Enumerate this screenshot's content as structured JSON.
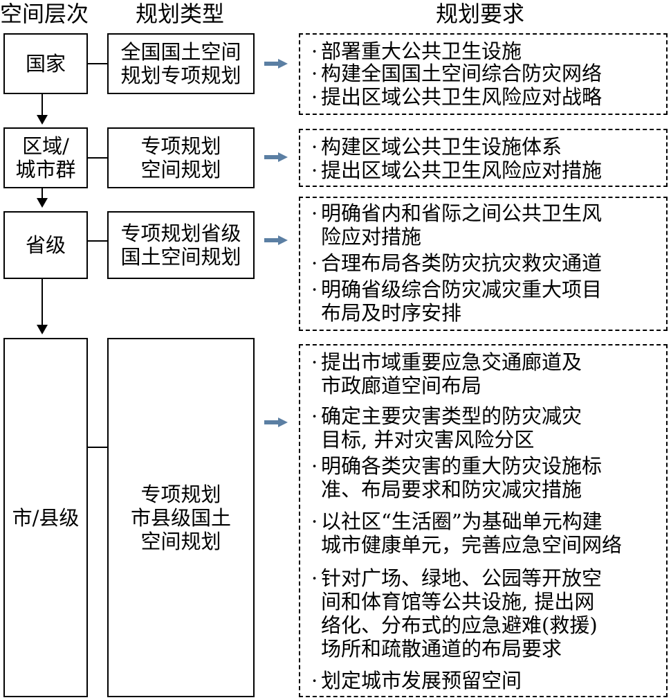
{
  "headers": {
    "level": "空间层次",
    "type": "规划类型",
    "requirement": "规划要求"
  },
  "rows": [
    {
      "level": [
        "国家"
      ],
      "type": [
        "全国国土空间",
        "规划专项规划"
      ],
      "requirements": [
        [
          "部署重大公共卫生设施"
        ],
        [
          "构建全国国土空间综合防灾网络"
        ],
        [
          "提出区域公共卫生风险应对战略"
        ]
      ]
    },
    {
      "level": [
        "区域/",
        "城市群"
      ],
      "type": [
        "专项规划",
        "空间规划"
      ],
      "requirements": [
        [
          "构建区域公共卫生设施体系"
        ],
        [
          "提出区域公共卫生风险应对措施"
        ]
      ]
    },
    {
      "level": [
        "省级"
      ],
      "type": [
        "专项规划省级",
        "国土空间规划"
      ],
      "requirements": [
        [
          "明确省内和省际之间公共卫生风",
          "险应对措施"
        ],
        [
          "合理布局各类防灾抗灾救灾通道"
        ],
        [
          "明确省级综合防灾减灾重大项目",
          "布局及时序安排"
        ]
      ]
    },
    {
      "level": [
        "市/县级"
      ],
      "type": [
        "专项规划",
        "市县级国土",
        "空间规划"
      ],
      "requirements": [
        [
          "提出市域重要应急交通廊道及",
          "市政廊道空间布局"
        ],
        [
          "确定主要灾害类型的防灾减灾",
          "目标, 并对灾害风险分区"
        ],
        [
          "明确各类灾害的重大防灾设施标",
          "准、布局要求和防灾减灾措施"
        ],
        [
          "以社区“生活圈”为基础单元构建",
          "城市健康单元，完善应急空间网络"
        ],
        [
          "针对广场、绿地、公园等开放空",
          "间和体育馆等公共设施, 提出网",
          "络化、分布式的应急避难(救援)",
          "场所和疏散通道的布局要求"
        ],
        [
          "划定城市发展预留空间"
        ]
      ]
    }
  ],
  "colors": {
    "arrow": "#5b7fa3",
    "line": "#000000"
  }
}
